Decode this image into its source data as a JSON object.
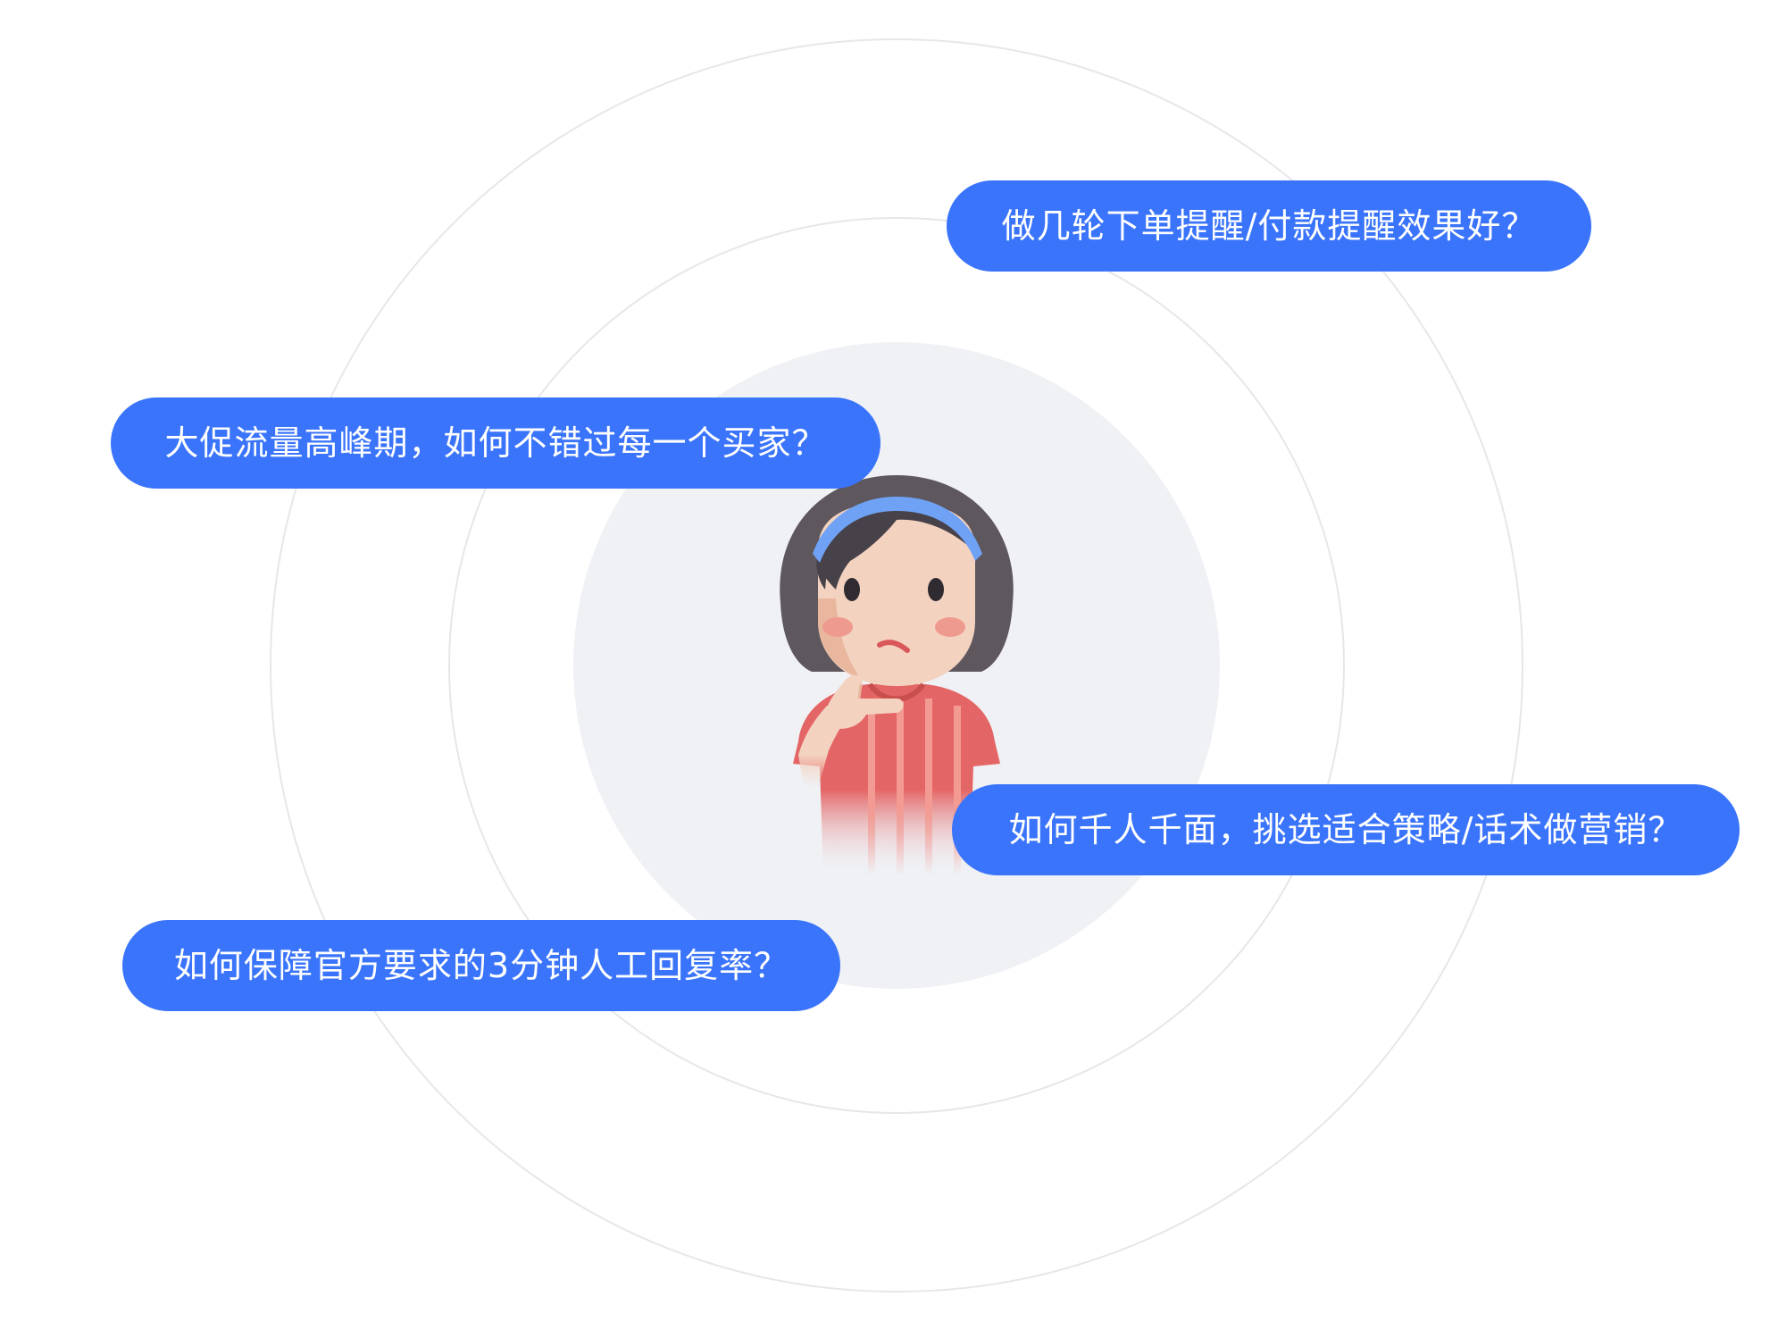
{
  "questions": [
    "做几轮下单提醒/付款提醒效果好？",
    "大促流量高峰期，如何不错过每一个买家？",
    "如何千人千面，挑选适合策略/话术做营销？",
    "如何保障官方要求的3分钟人工回复率？"
  ],
  "colors": {
    "bubble": "#3a74fb",
    "bubble_text": "#ffffff",
    "ring_line": "#e6e7ea",
    "center_disc": "#eff1f5"
  },
  "illustration": {
    "icon": "thinking-girl-icon"
  }
}
